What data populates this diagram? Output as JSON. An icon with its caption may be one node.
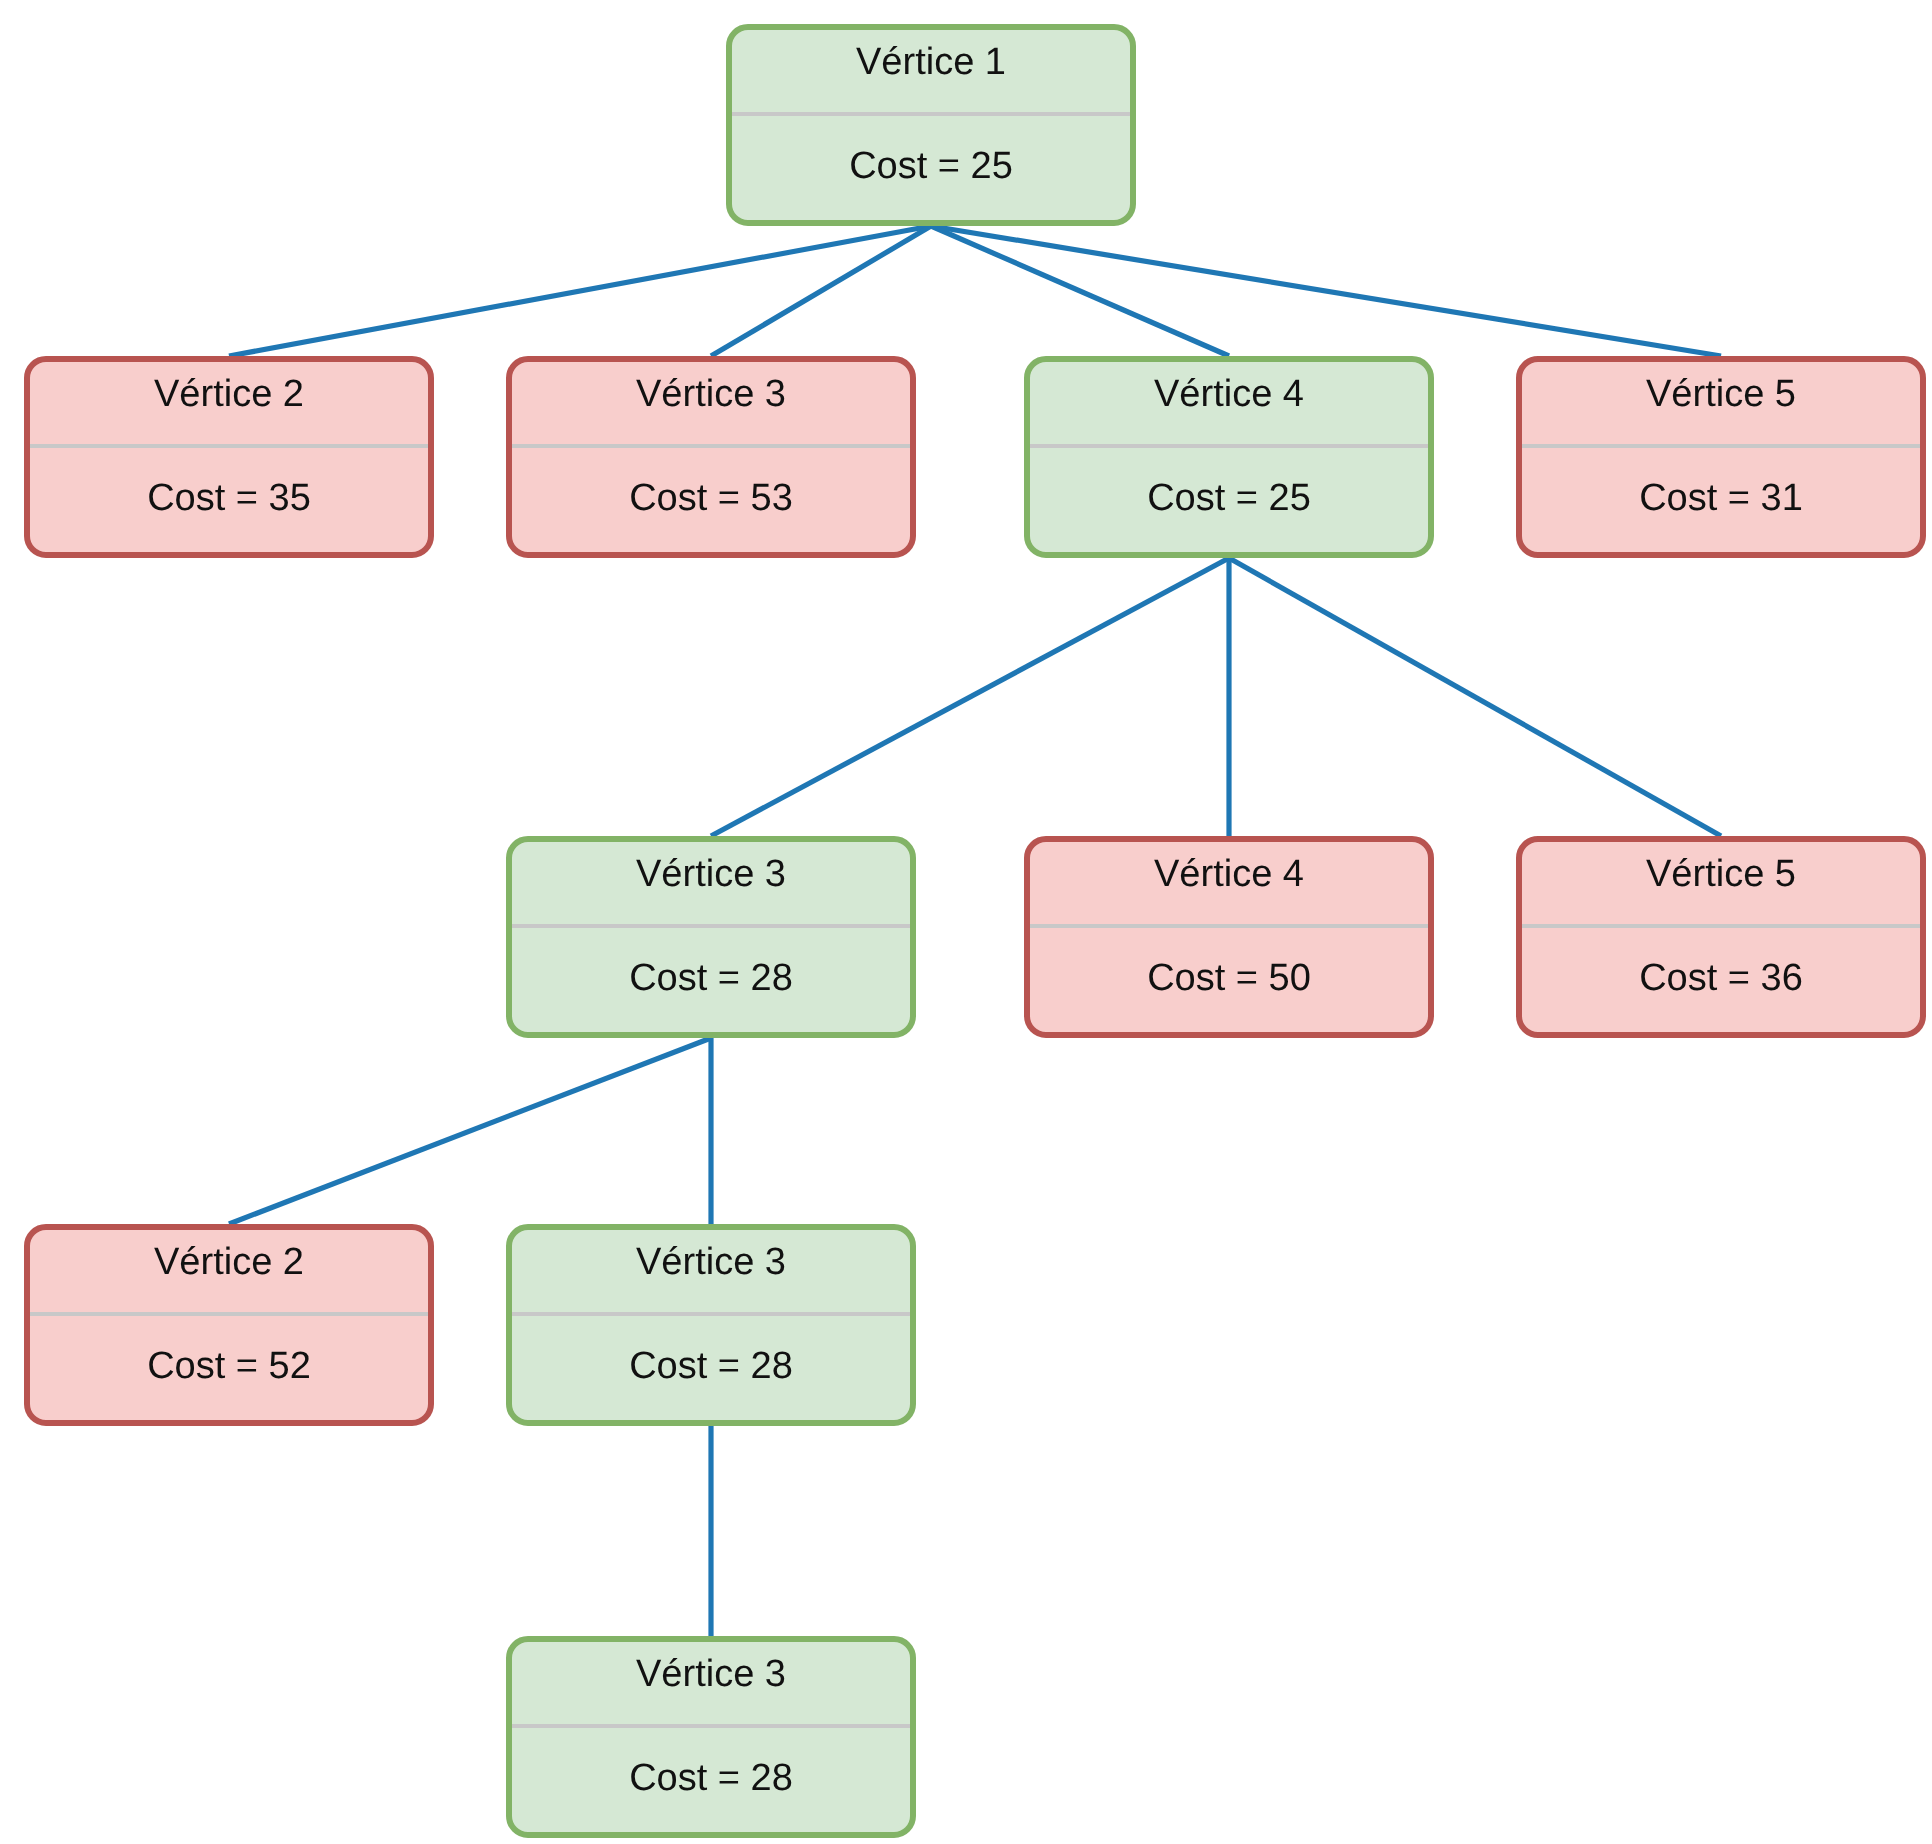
{
  "diagram": {
    "nodes": [
      {
        "text": [
          "Vértice 1",
          "Cost = 25"
        ]
      },
      {
        "text": [
          "Vértice 2",
          "Cost = 35"
        ]
      },
      {
        "text": [
          "Vértice 3",
          "Cost = 53"
        ]
      },
      {
        "text": [
          "Vértice 4",
          "Cost = 25"
        ]
      },
      {
        "text": [
          "Vértice 5",
          "Cost = 31"
        ]
      },
      {
        "text": [
          "Vértice 3",
          "Cost = 28"
        ]
      },
      {
        "text": [
          "Vértice 4",
          "Cost = 50"
        ]
      },
      {
        "text": [
          "Vértice 5",
          "Cost = 36"
        ]
      },
      {
        "text": [
          "Vértice 2",
          "Cost = 52"
        ]
      },
      {
        "text": [
          "Vértice 3",
          "Cost = 28"
        ]
      },
      {
        "text": [
          "Vértice 3",
          "Cost = 28"
        ]
      }
    ],
    "edges": [
      {
        "from": 0,
        "to": 1,
        "arrow": "none"
      },
      {
        "from": 0,
        "to": 2,
        "arrow": "none"
      },
      {
        "from": 0,
        "to": 3,
        "arrow": "none"
      },
      {
        "from": 0,
        "to": 4,
        "arrow": "none"
      },
      {
        "from": 3,
        "to": 5,
        "arrow": "none"
      },
      {
        "from": 3,
        "to": 6,
        "arrow": "none"
      },
      {
        "from": 3,
        "to": 7,
        "arrow": "none"
      },
      {
        "from": 5,
        "to": 8,
        "arrow": "none"
      },
      {
        "from": 5,
        "to": 9,
        "arrow": "none"
      },
      {
        "from": 9,
        "to": 10,
        "arrow": "none"
      }
    ]
  }
}
